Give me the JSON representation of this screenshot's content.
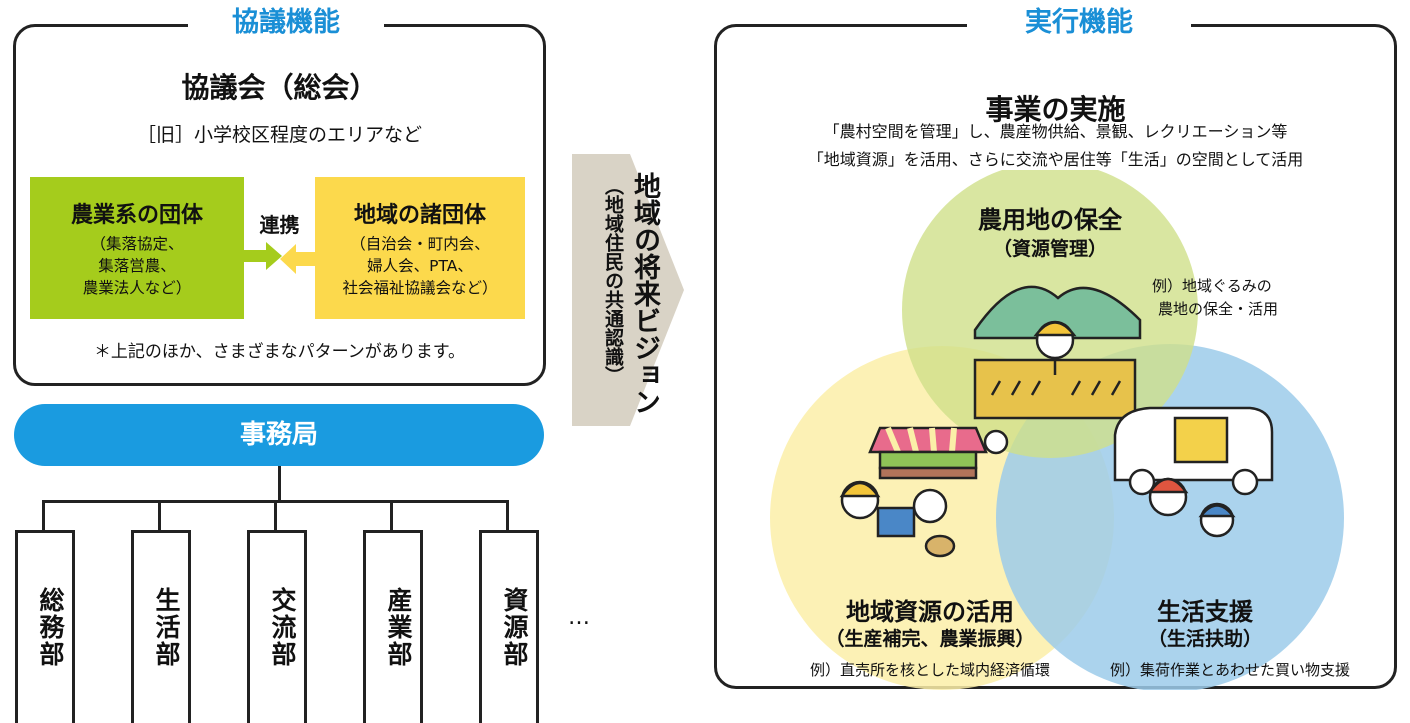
{
  "left": {
    "section_title": "協議機能",
    "council_title": "協議会（総会）",
    "council_area": "［旧］小学校区程度のエリアなど",
    "agri_group": {
      "title": "農業系の団体",
      "lines": [
        "（集落協定、",
        "集落営農、",
        "農業法人など）"
      ]
    },
    "regional_group": {
      "title": "地域の諸団体",
      "lines": [
        "（自治会・町内会、",
        "婦人会、PTA、",
        "社会福祉協議会など）"
      ]
    },
    "link_label": "連携",
    "note": "＊上記のほか、さまざまなパターンがあります。",
    "office": "事務局",
    "departments": [
      "総務部",
      "生活部",
      "交流部",
      "産業部",
      "資源部"
    ],
    "more": "…"
  },
  "vision": {
    "main": "地域の将来ビジョン",
    "sub": "（地域住民の共通認識）"
  },
  "right": {
    "section_title": "実行機能",
    "title": "事業の実施",
    "desc_lines": [
      "「農村空間を管理」し、農産物供給、景観、レクリエーション等",
      "「地域資源」を活用、さらに交流や居住等「生活」の空間として活用"
    ],
    "circles": {
      "farmland": {
        "title": "農用地の保全",
        "sub": "（資源管理）",
        "example_lines": [
          "例）地域ぐるみの",
          "農地の保全・活用"
        ]
      },
      "resources": {
        "title": "地域資源の活用",
        "sub": "（生産補完、農業振興）",
        "example": "例）直売所を核とした域内経済循環"
      },
      "life": {
        "title": "生活支援",
        "sub": "（生活扶助）",
        "example": "例）集荷作業とあわせた買い物支援"
      }
    }
  },
  "colors": {
    "accent_blue": "#1a8fd6",
    "agri_green": "#a5cc1c",
    "regional_yellow": "#fcd94c",
    "circle_green": "#cfe08a",
    "circle_yellow": "#fbefa8",
    "circle_blue": "#9ccbea"
  }
}
